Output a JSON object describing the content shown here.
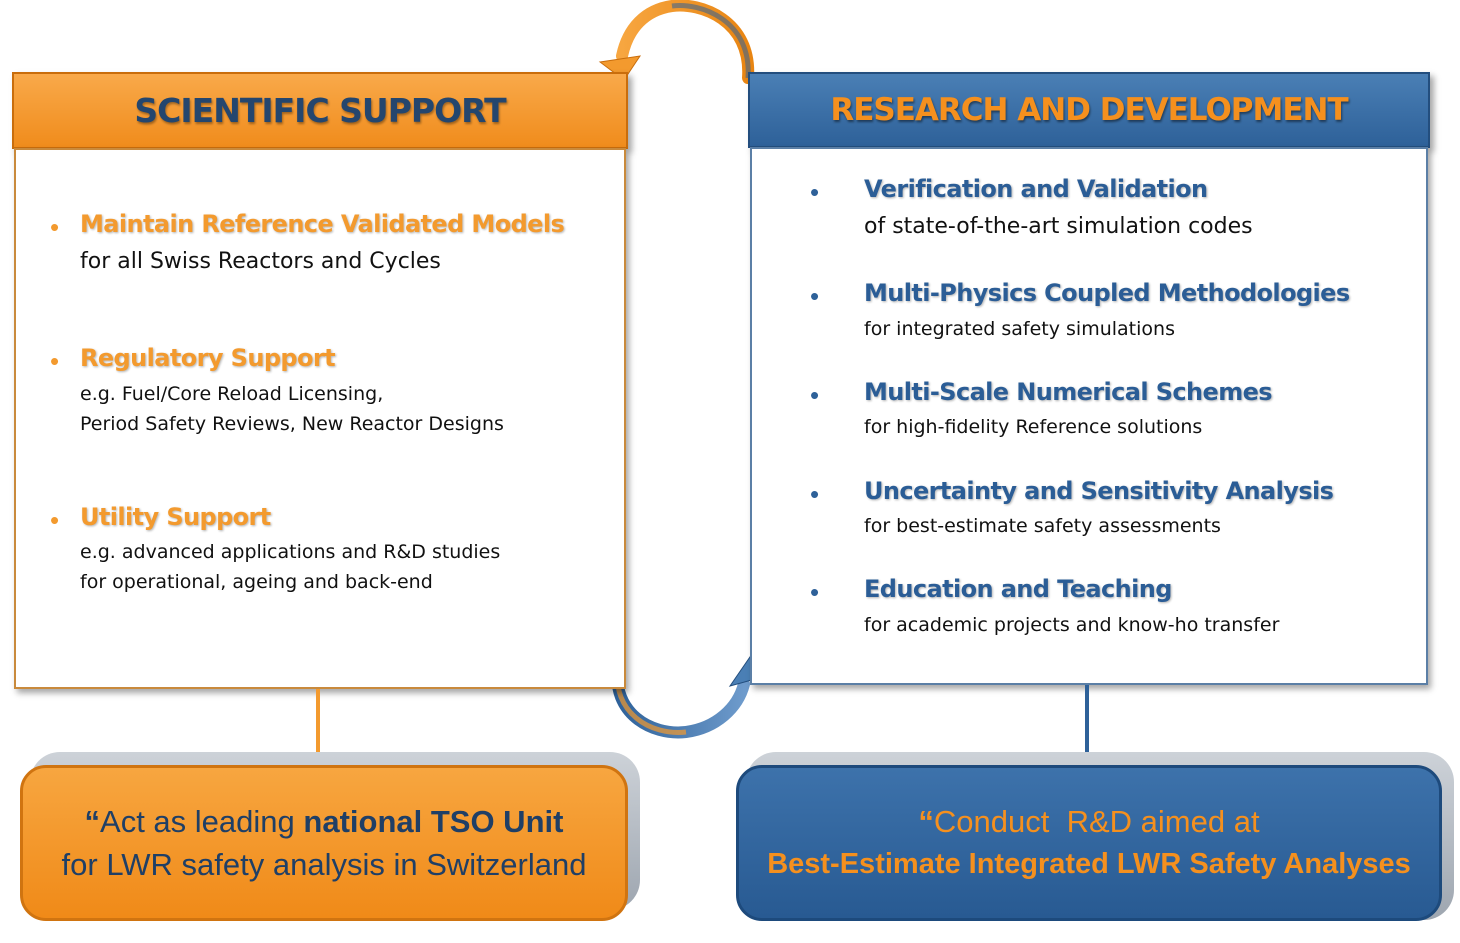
{
  "left": {
    "title": "SCIENTIFIC SUPPORT",
    "items": [
      {
        "heading": "Maintain Reference Validated Models",
        "lines": [
          "for all Swiss Reactors and Cycles"
        ]
      },
      {
        "heading": "Regulatory Support",
        "lines": [
          "e.g. Fuel/Core Reload Licensing,",
          "Period Safety Reviews, New Reactor Designs"
        ]
      },
      {
        "heading": "Utility Support",
        "lines": [
          "e.g. advanced applications and R&D studies",
          "for operational, ageing and back-end"
        ]
      }
    ],
    "goal": {
      "quote": "“",
      "line1_pre": "Act as leading ",
      "line1_bold": "national TSO Unit",
      "line2": "for LWR safety analysis in Switzerland"
    }
  },
  "right": {
    "title": "RESEARCH AND DEVELOPMENT",
    "items": [
      {
        "heading": "Verification and Validation",
        "line": "of state-of-the-art simulation codes"
      },
      {
        "heading": "Multi-Physics Coupled Methodologies",
        "line": "for integrated safety simulations"
      },
      {
        "heading": "Multi-Scale Numerical Schemes",
        "line": "for high-fidelity Reference solutions"
      },
      {
        "heading": "Uncertainty and Sensitivity Analysis",
        "line": "for best-estimate safety assessments"
      },
      {
        "heading": "Education and Teaching",
        "line": "for academic projects and know-ho transfer"
      }
    ],
    "goal": {
      "quote": "“",
      "line1": "Conduct  R&D aimed at",
      "line2": "Best-Estimate Integrated LWR Safety Analyses"
    }
  },
  "bullet": "•",
  "colors": {
    "orange": "#f39a2e",
    "blue": "#2e6199",
    "navy_text": "#24466e"
  }
}
